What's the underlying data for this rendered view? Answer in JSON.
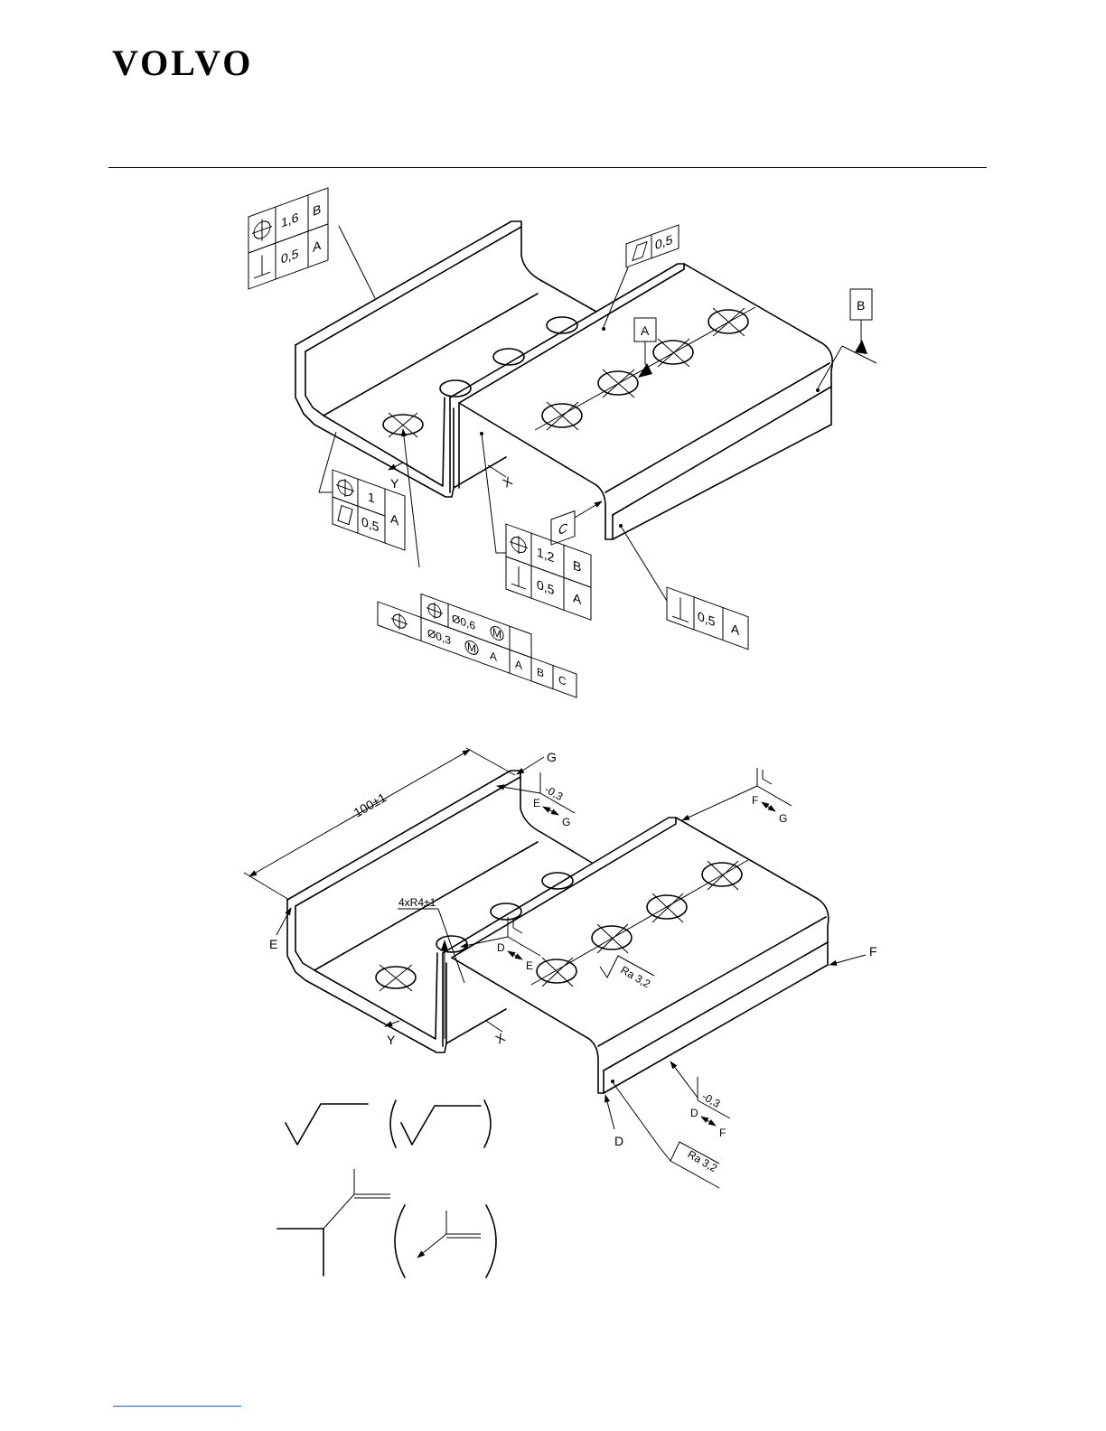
{
  "header": {
    "logo": "VOLVO"
  },
  "diagram1": {
    "fcf_topleft": {
      "row1": [
        "1,6",
        "B"
      ],
      "row2": [
        "0,5",
        "A"
      ]
    },
    "fcf_flatness_top": "0,5",
    "datum_a": "A",
    "datum_b": "B",
    "datum_c": "C",
    "axis_x": "X",
    "axis_y": "Y",
    "fcf_left": {
      "row1": [
        "1",
        "A"
      ],
      "row2": [
        "0,5"
      ]
    },
    "fcf_holes": {
      "row1": [
        "Ø0,6",
        "M",
        "A",
        "B",
        "C"
      ],
      "row2": [
        "Ø0,3",
        "M",
        "A"
      ]
    },
    "fcf_middle": {
      "row1": [
        "1,2",
        "B"
      ],
      "row2": [
        "0,5",
        "A"
      ]
    },
    "fcf_right": {
      "row1": [
        "0,5",
        "A"
      ]
    }
  },
  "diagram2": {
    "dimension_length": "100±1",
    "label_g": "G",
    "label_e": "E",
    "label_f": "F",
    "label_d": "D",
    "tol_top": "-0,3",
    "tol_top_ref_left": "E",
    "tol_top_ref_right": "G",
    "tol_topright_ref_left": "F",
    "tol_topright_ref_right": "G",
    "radius": "4xR4±1",
    "tol_mid_ref_left": "D",
    "tol_mid_ref_right": "E",
    "roughness_top": "Ra 3,2",
    "axis_x": "X",
    "axis_y": "Y",
    "tol_bottom": "-0,3",
    "tol_bottom_ref_left": "D",
    "tol_bottom_ref_right": "F",
    "roughness_bottom": "Ra 3,2"
  }
}
